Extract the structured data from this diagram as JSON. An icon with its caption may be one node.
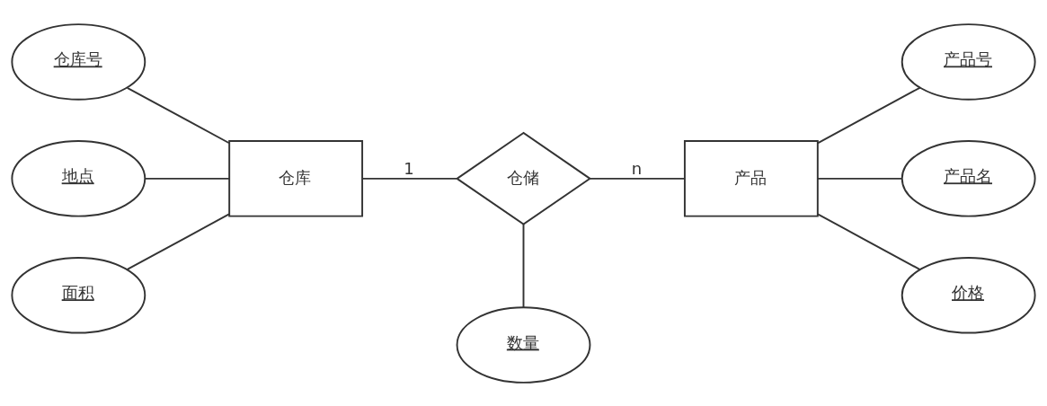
{
  "diagram": {
    "nodes": [
      {
        "text": [
          "仓库号"
        ]
      },
      {
        "text": [
          "产品号"
        ]
      },
      {
        "text": [
          "地点"
        ]
      },
      {
        "text": [
          "仓库"
        ]
      },
      {
        "text": [
          "仓储"
        ]
      },
      {
        "text": [
          "产品"
        ]
      },
      {
        "text": [
          "产品名"
        ]
      },
      {
        "text": [
          "面积"
        ]
      },
      {
        "text": [
          "数量"
        ]
      },
      {
        "text": [
          "价格"
        ]
      }
    ],
    "edges": [
      {
        "from": 0,
        "to": 3,
        "arrow": "none"
      },
      {
        "from": 2,
        "to": 3,
        "arrow": "none"
      },
      {
        "from": 7,
        "to": 3,
        "arrow": "none"
      },
      {
        "from": 3,
        "to": 4,
        "arrow": "none",
        "label": "1"
      },
      {
        "from": 4,
        "to": 5,
        "arrow": "none",
        "label": "n"
      },
      {
        "from": 4,
        "to": 8,
        "arrow": "none"
      },
      {
        "from": 5,
        "to": 1,
        "arrow": "none"
      },
      {
        "from": 5,
        "to": 6,
        "arrow": "none"
      },
      {
        "from": 5,
        "to": 9,
        "arrow": "none"
      }
    ]
  }
}
